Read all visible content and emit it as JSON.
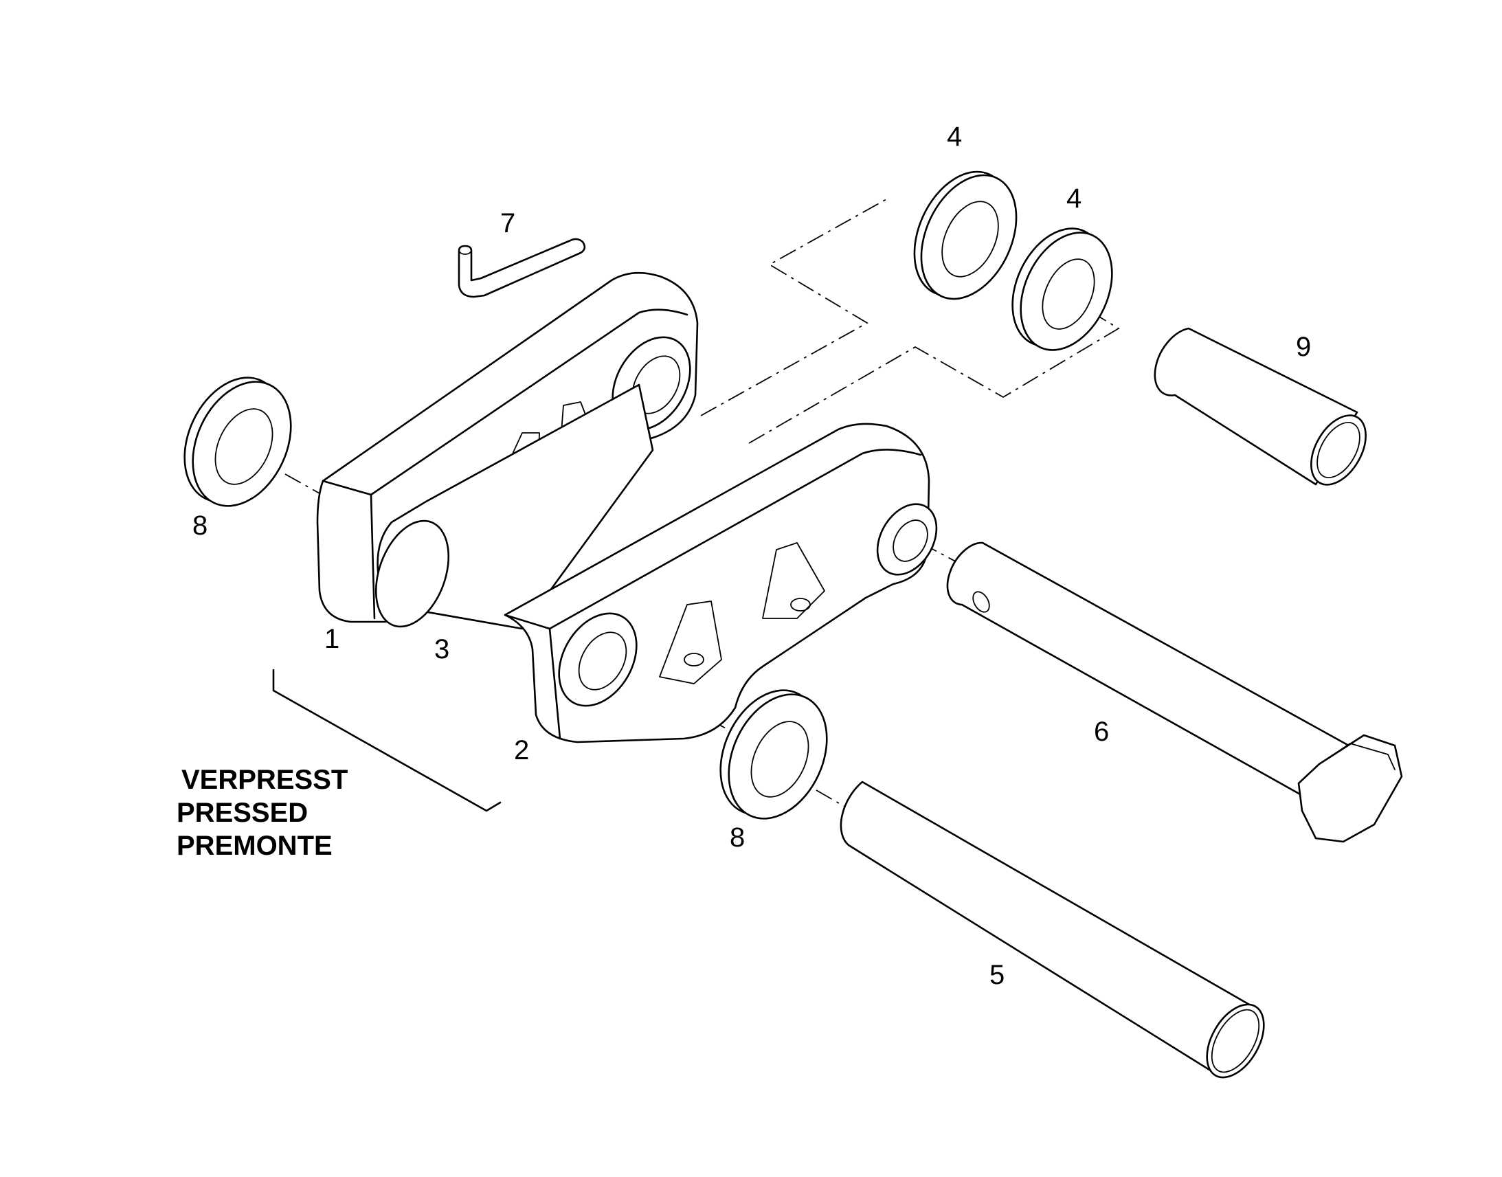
{
  "callouts": {
    "c1": "1",
    "c2": "2",
    "c3": "3",
    "c4a": "4",
    "c4b": "4",
    "c5": "5",
    "c6": "6",
    "c7": "7",
    "c8a": "8",
    "c8b": "8",
    "c9": "9"
  },
  "caption": {
    "line1": "VERPRESST",
    "line2": "PRESSED",
    "line3": "PREMONTE"
  }
}
